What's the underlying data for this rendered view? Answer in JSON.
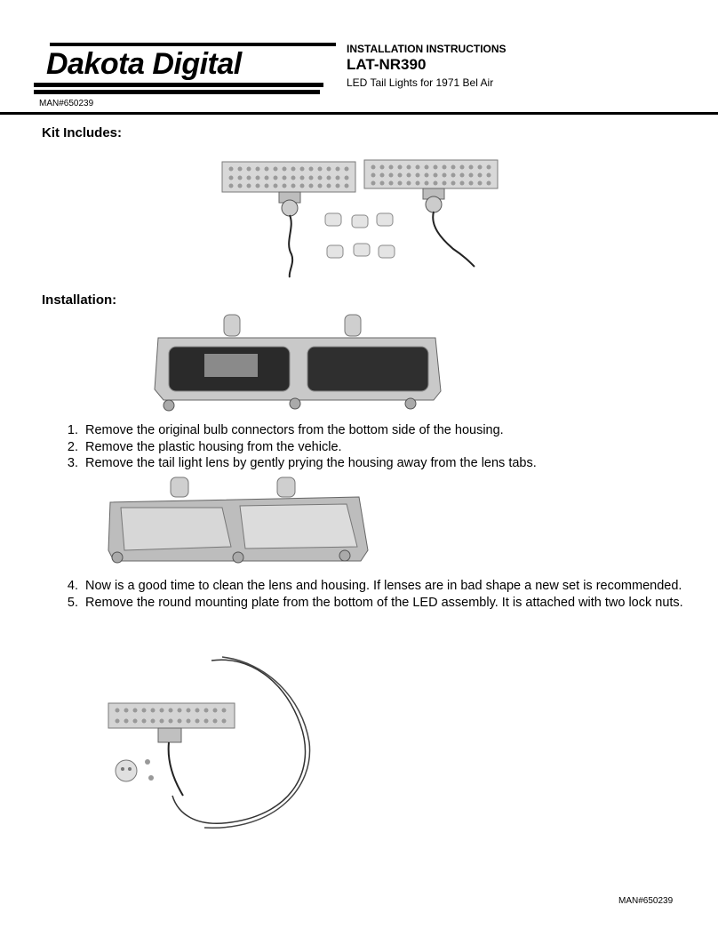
{
  "header": {
    "logo_text": "Dakota Digital",
    "man_number_top": "MAN#650239",
    "doc_type": "INSTALLATION INSTRUCTIONS",
    "part_number": "LAT-NR390",
    "subtitle": "LED Tail Lights for 1971 Bel Air"
  },
  "sections": {
    "kit_includes": "Kit Includes:",
    "installation": "Installation:"
  },
  "steps_group_1": [
    {
      "num": "1.",
      "text": "Remove the original bulb connectors from the bottom side of the housing."
    },
    {
      "num": "2.",
      "text": "Remove the plastic housing from the vehicle."
    },
    {
      "num": "3.",
      "text": "Remove the tail light lens by gently prying the housing away from the lens tabs."
    }
  ],
  "steps_group_2": [
    {
      "num": "4.",
      "text": "Now is a good time to clean the lens and housing. If lenses are in bad shape a new set is recommended."
    },
    {
      "num": "5.",
      "text": "Remove the round mounting plate from the bottom of the LED assembly.  It is attached with two lock nuts."
    }
  ],
  "footer": {
    "man_number_bottom": "MAN#650239"
  }
}
